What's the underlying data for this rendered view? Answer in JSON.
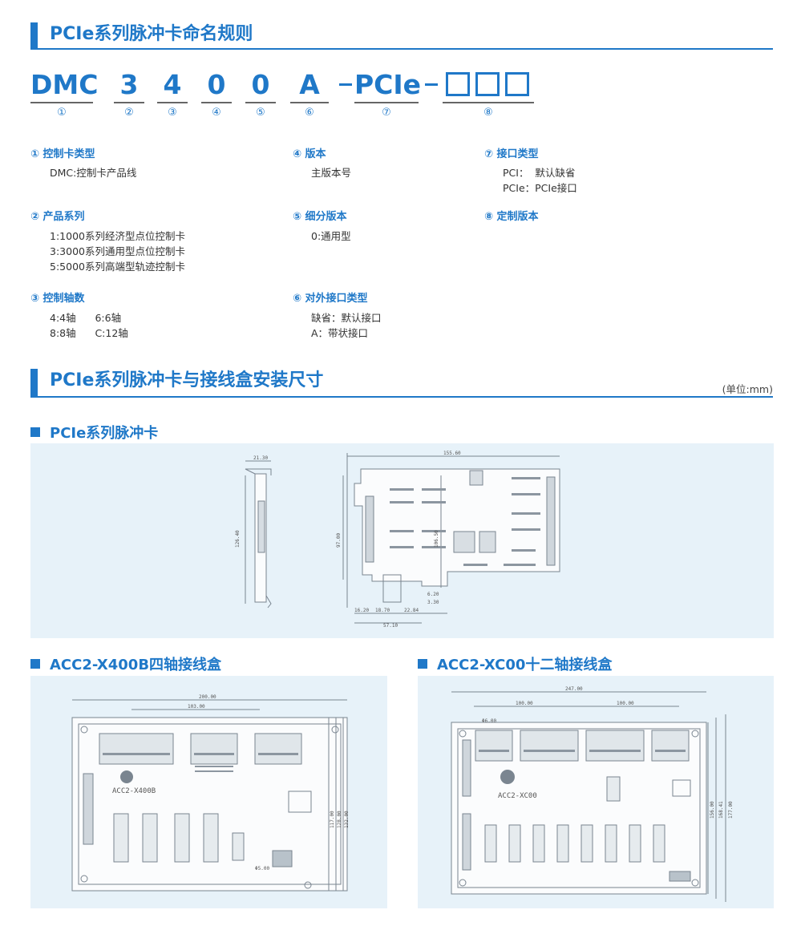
{
  "section1": {
    "title": "PCIe系列脉冲卡命名规则"
  },
  "model_code": {
    "parts": [
      "DMC",
      "3",
      "4",
      "0",
      "0",
      "A",
      "PCIe"
    ],
    "separator": "–",
    "numbers": [
      "①",
      "②",
      "③",
      "④",
      "⑤",
      "⑥",
      "⑦",
      "⑧"
    ]
  },
  "rules": [
    {
      "num": "①",
      "heading": "控制卡类型",
      "lines": [
        "DMC:控制卡产品线"
      ]
    },
    {
      "num": "②",
      "heading": "产品系列",
      "lines": [
        "1:1000系列经济型点位控制卡",
        "3:3000系列通用型点位控制卡",
        "5:5000系列高端型轨迹控制卡"
      ]
    },
    {
      "num": "③",
      "heading": "控制轴数",
      "lines": [
        "4:4轴      6:6轴",
        "8:8轴      C:12轴"
      ]
    },
    {
      "num": "④",
      "heading": "版本",
      "lines": [
        "主版本号"
      ]
    },
    {
      "num": "⑤",
      "heading": "细分版本",
      "lines": [
        "0:通用型"
      ]
    },
    {
      "num": "⑥",
      "heading": "对外接口类型",
      "lines": [
        "缺省：默认接口",
        "A：带状接口"
      ]
    },
    {
      "num": "⑦",
      "heading": "接口类型",
      "lines": [
        "PCI：  默认缺省",
        "PCIe：PCIe接口"
      ]
    },
    {
      "num": "⑧",
      "heading": "定制版本",
      "lines": []
    }
  ],
  "section2": {
    "title": "PCIe系列脉冲卡与接线盒安装尺寸",
    "unit": "(单位:mm)"
  },
  "pcie_card": {
    "title": "PCIe系列脉冲卡",
    "dims": [
      "21.30",
      "126.40",
      "155.60",
      "97.00",
      "106.50",
      "18.70",
      "22.84",
      "6.20",
      "57.10",
      "3.30",
      "16.20"
    ]
  },
  "box1": {
    "title": "ACC2-X400B四轴接线盒",
    "model_label": "ACC2-X400B",
    "dims": [
      "200.00",
      "103.00",
      "117.00",
      "128.00",
      "132.00",
      "Φ5.00"
    ]
  },
  "box2": {
    "title": "ACC2-XC00十二轴接线盒",
    "model_label": "ACC2-XC00",
    "dims": [
      "247.00",
      "100.00",
      "100.00",
      "Φ6.00",
      "156.00",
      "168.41",
      "177.00"
    ]
  }
}
